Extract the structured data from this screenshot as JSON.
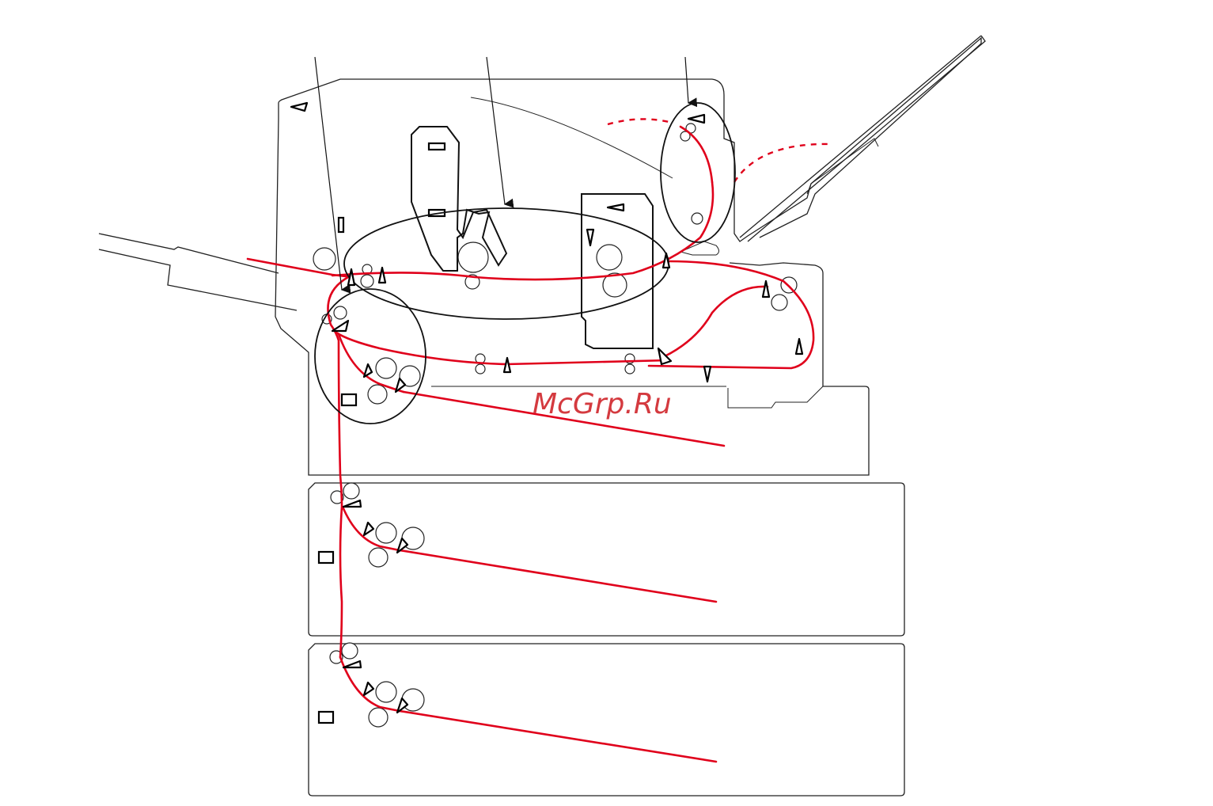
{
  "watermark": {
    "text": "McGrp.Ru",
    "color": "#d43a3f"
  },
  "colors": {
    "paper_path": "#e0001b",
    "outline": "#222222"
  },
  "callouts": [
    {
      "name": "left-zone-callout"
    },
    {
      "name": "center-zone-callout"
    },
    {
      "name": "top-right-zone-callout"
    }
  ]
}
